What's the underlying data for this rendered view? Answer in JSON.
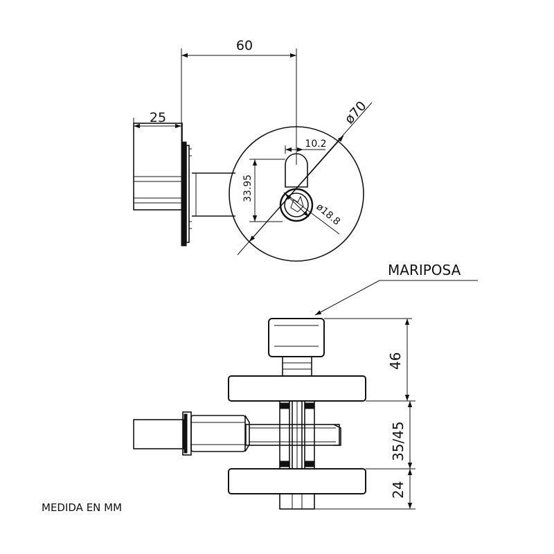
{
  "top_view": {
    "dim_width": "60",
    "dim_depth": "25",
    "dim_diameter": "ø70",
    "dim_slot_width": "10.2",
    "dim_slot_height": "33.95",
    "dim_cylinder": "ø18.8"
  },
  "side_view": {
    "callout_label": "MARIPOSA",
    "dim_knob": "46",
    "dim_door": "35/45",
    "dim_rose": "24"
  },
  "note": "MEDIDA EN MM"
}
